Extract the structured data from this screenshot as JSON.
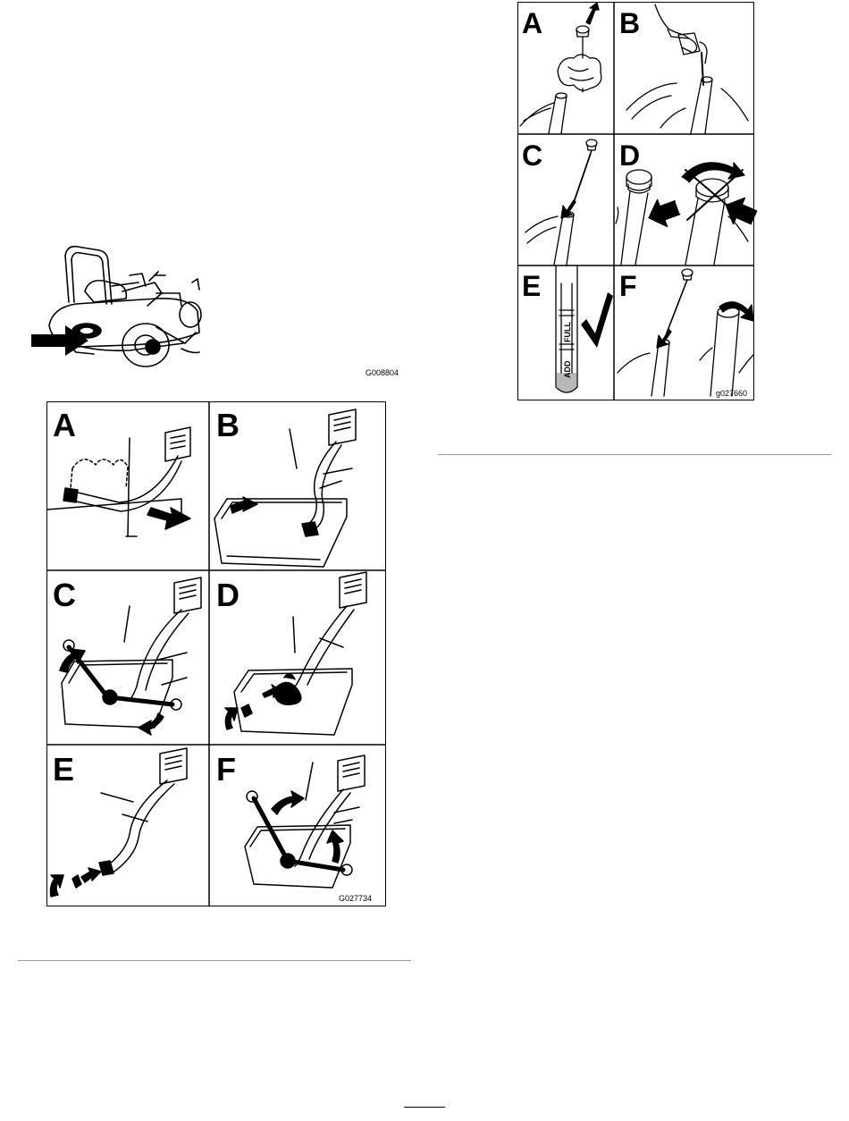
{
  "figure_mower": {
    "id_label": "G008804"
  },
  "figure_drain": {
    "id_label": "G027734",
    "panel_letters": [
      "A",
      "B",
      "C",
      "D",
      "E",
      "F"
    ]
  },
  "figure_dipstick": {
    "id_label": "g027660",
    "panel_letters": [
      "A",
      "B",
      "C",
      "D",
      "E",
      "F"
    ],
    "dipstick_marks": {
      "full": "FULL",
      "add": "ADD"
    }
  },
  "colors": {
    "line": "#000000",
    "rule": "#9a9a9a",
    "oil_gray": "#b8b8b8"
  }
}
